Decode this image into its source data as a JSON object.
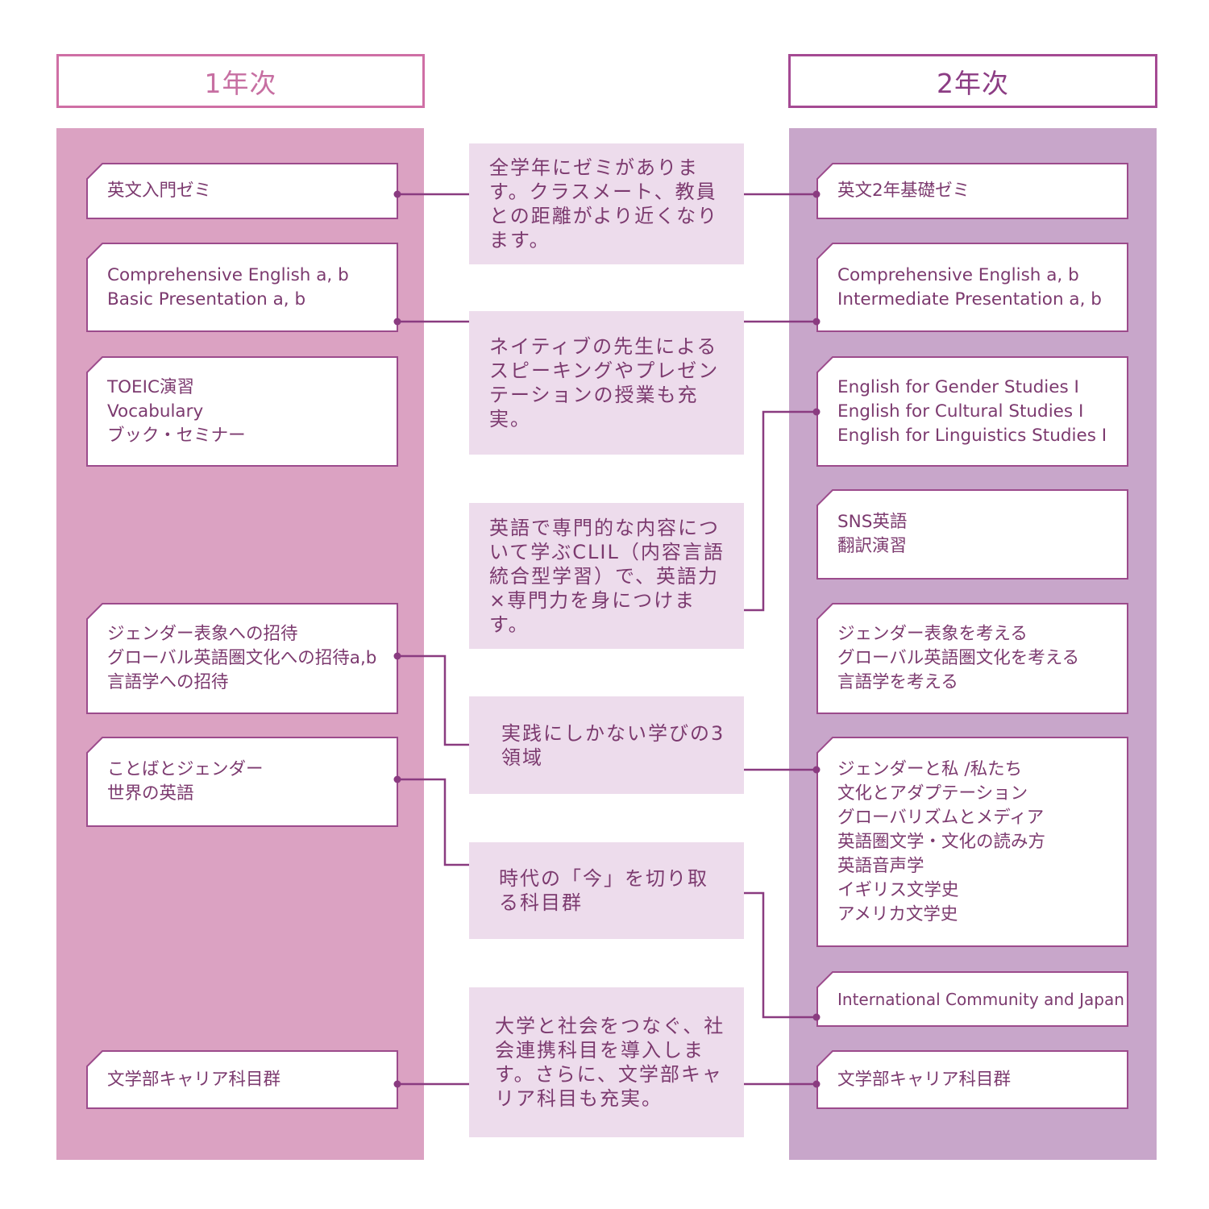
{
  "headers": {
    "year1": "1年次",
    "year2": "2年次"
  },
  "year1": [
    {
      "lines": [
        "英文入門ゼミ"
      ]
    },
    {
      "lines": [
        "Comprehensive English a, b",
        "Basic Presentation a, b"
      ]
    },
    {
      "lines": [
        "TOEIC演習",
        "Vocabulary",
        "ブック・セミナー"
      ]
    },
    {
      "lines": [
        "ジェンダー表象への招待",
        "グローバル英語圏文化への招待a,b",
        "言語学への招待"
      ]
    },
    {
      "lines": [
        "ことばとジェンダー",
        "世界の英語"
      ]
    },
    {
      "lines": [
        "文学部キャリア科目群"
      ]
    }
  ],
  "year2": [
    {
      "lines": [
        "英文2年基礎ゼミ"
      ]
    },
    {
      "lines": [
        "Comprehensive English a, b",
        "Intermediate Presentation a, b"
      ]
    },
    {
      "lines": [
        "English for Gender Studies Ⅰ",
        "English for Cultural Studies Ⅰ",
        "English for Linguistics Studies Ⅰ"
      ]
    },
    {
      "lines": [
        "SNS英語",
        "翻訳演習"
      ]
    },
    {
      "lines": [
        "ジェンダー表象を考える",
        "グローバル英語圏文化を考える",
        "言語学を考える"
      ]
    },
    {
      "lines": [
        "ジェンダーと私 /私たち",
        "文化とアダプテーション",
        "グローバリズムとメディア",
        "英語圏文学・文化の読み方",
        "英語音声学",
        "イギリス文学史",
        "アメリカ文学史"
      ]
    },
    {
      "lines": [
        "International Community and Japan"
      ]
    },
    {
      "lines": [
        "文学部キャリア科目群"
      ]
    }
  ],
  "notes": [
    {
      "text": "全学年にゼミがあります。クラスメート、教員との距離がより近くなります。"
    },
    {
      "text": "ネイティブの先生によるスピーキングやプレゼンテーションの授業も充実。"
    },
    {
      "text": "英語で専門的な内容について学ぶCLIL（内容言語統合型学習）で、英語力×専門力を身につけます。"
    },
    {
      "text": "実践にしかない学びの3領域"
    },
    {
      "text": "時代の「今」を切り取る科目群"
    },
    {
      "text": "大学と社会をつなぐ、社会連携科目を導入します。さらに、文学部キャリア科目も充実。"
    }
  ]
}
